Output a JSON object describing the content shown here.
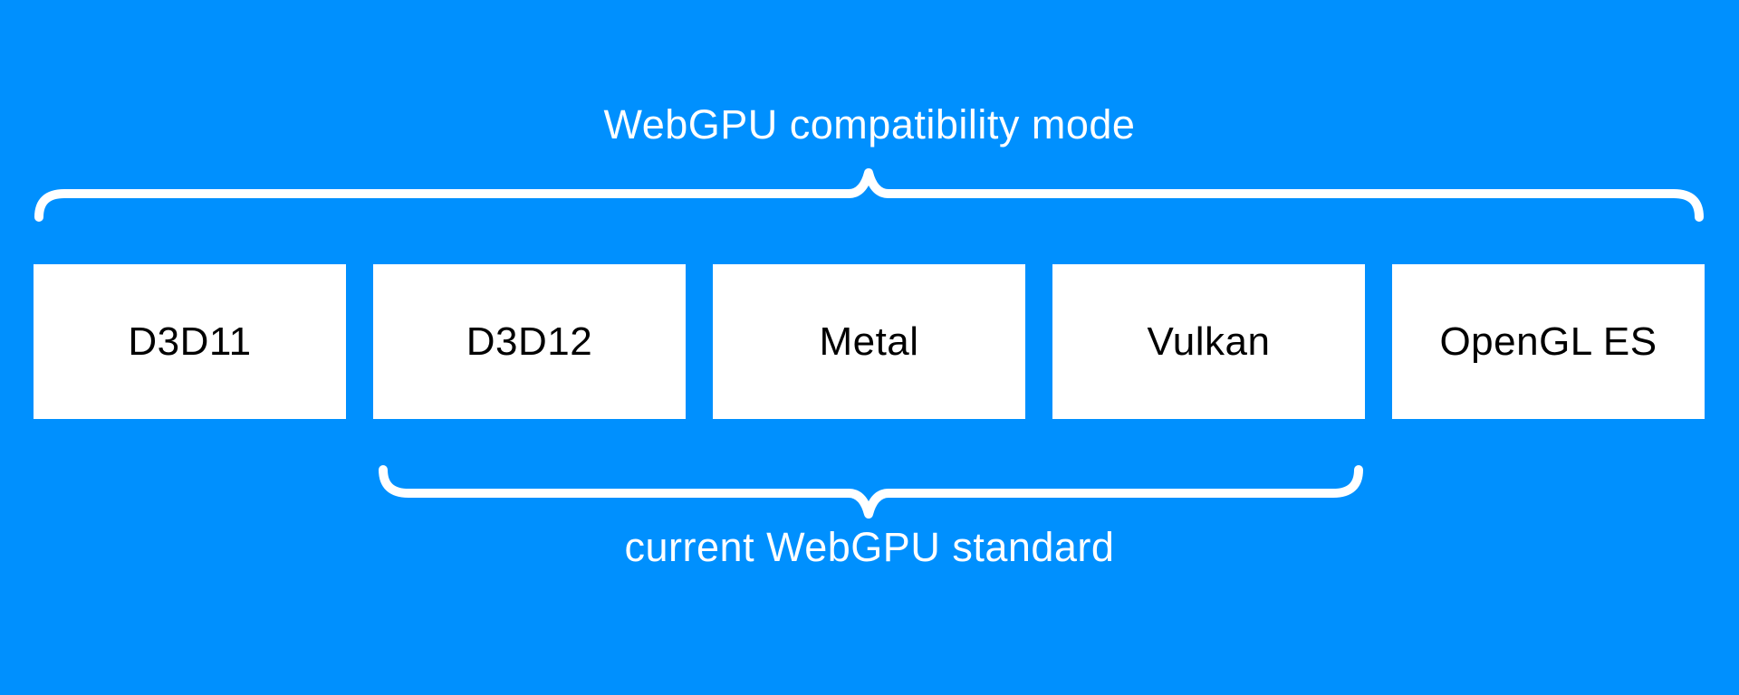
{
  "diagram": {
    "top_label": "WebGPU compatibility mode",
    "bottom_label": "current WebGPU standard",
    "boxes": [
      {
        "label": "D3D11"
      },
      {
        "label": "D3D12"
      },
      {
        "label": "Metal"
      },
      {
        "label": "Vulkan"
      },
      {
        "label": "OpenGL ES"
      }
    ]
  },
  "colors": {
    "background": "#0090fe",
    "box_fill": "#ffffff",
    "box_text": "#000000",
    "braces_and_labels": "#ffffff"
  }
}
